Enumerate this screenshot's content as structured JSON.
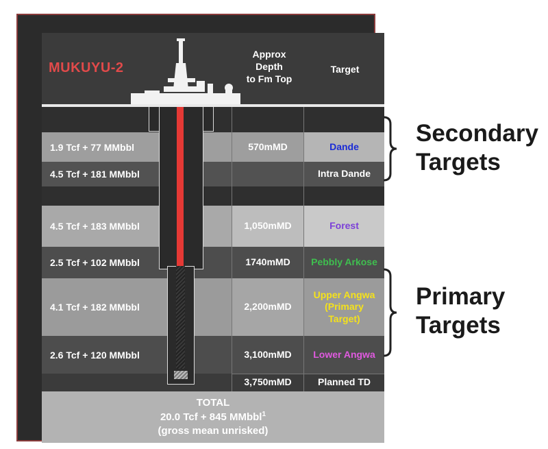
{
  "title": "MUKUYU-2",
  "headers": {
    "depth": [
      "Approx",
      "Depth",
      "to Fm Top"
    ],
    "target": "Target"
  },
  "rows": [
    {
      "volume": "1.9 Tcf + 77 MMbbl",
      "depth": "570mMD",
      "target": "Dande",
      "target_color": "#1a2bd6"
    },
    {
      "volume": "4.5 Tcf + 181 MMbbl",
      "depth": "",
      "target": "Intra Dande",
      "target_color": "#ffffff"
    },
    {
      "volume": "4.5 Tcf + 183 MMbbl",
      "depth": "1,050mMD",
      "target": "Forest",
      "target_color": "#7b3fd8"
    },
    {
      "volume": "2.5 Tcf + 102 MMbbl",
      "depth": "1740mMD",
      "target": "Pebbly Arkose",
      "target_color": "#3fbf4f"
    },
    {
      "volume": "4.1 Tcf + 182 MMbbl",
      "depth": "2,200mMD",
      "target": "Upper Angwa (Primary Target)",
      "target_color": "#f5e21a"
    },
    {
      "volume": "2.6 Tcf + 120 MMbbl",
      "depth": "3,100mMD",
      "target": "Lower Angwa",
      "target_color": "#e05ae0"
    },
    {
      "volume": "",
      "depth": "3,750mMD",
      "target": "Planned TD",
      "target_color": "#ffffff"
    }
  ],
  "total": {
    "line1": "TOTAL",
    "line2": "20.0 Tcf + 845 MMbbl",
    "footnote_mark": "1",
    "line3": "(gross mean unrisked)"
  },
  "side_labels": {
    "secondary": [
      "Secondary",
      "Targets"
    ],
    "primary": [
      "Primary",
      "Targets"
    ]
  },
  "colors": {
    "title": "#e14a4a",
    "casing": "#e53935",
    "frame": "#8a3b3b"
  }
}
